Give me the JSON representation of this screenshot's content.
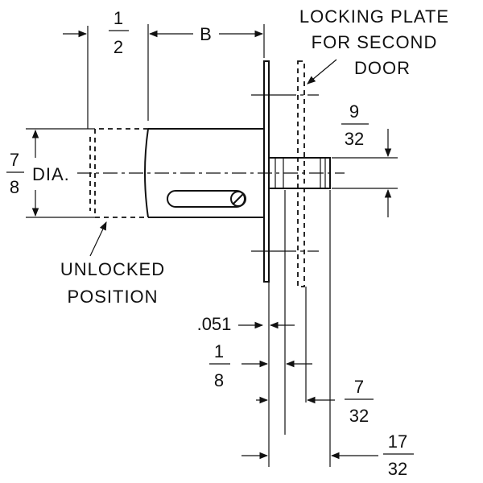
{
  "labels": {
    "locking_plate_line1": "LOCKING PLATE",
    "locking_plate_line2": "FOR SECOND",
    "locking_plate_line3": "DOOR",
    "unlocked_line1": "UNLOCKED",
    "unlocked_line2": "POSITION",
    "dia_suffix": "DIA.",
    "b_dim": "B"
  },
  "dimensions": {
    "half": {
      "num": "1",
      "den": "2"
    },
    "dia": {
      "num": "7",
      "den": "8"
    },
    "nine_32": {
      "num": "9",
      "den": "32"
    },
    "plate_thickness": ".051",
    "eighth": {
      "num": "1",
      "den": "8"
    },
    "seven_32": {
      "num": "7",
      "den": "32"
    },
    "seventeen_32": {
      "num": "17",
      "den": "32"
    }
  }
}
